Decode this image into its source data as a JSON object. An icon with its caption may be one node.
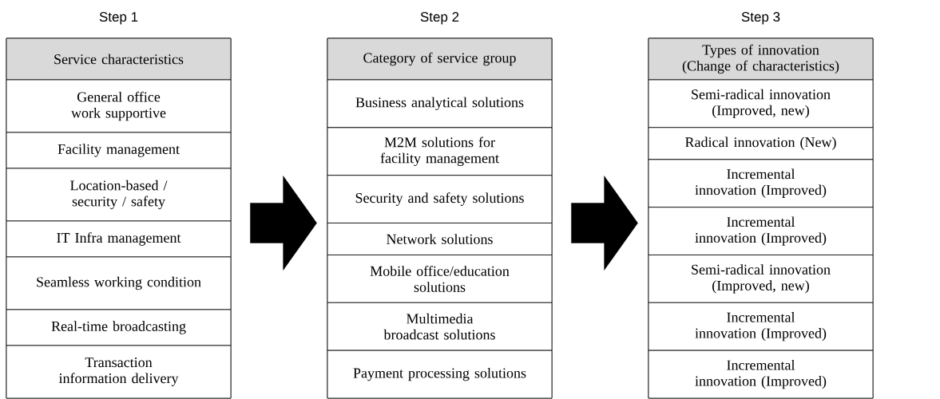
{
  "diagram": {
    "nodes": [
      {
        "text": [
          "Step 1"
        ]
      },
      {
        "text": [
          "Service characteristics"
        ],
        "in": 0
      },
      {
        "text": [
          "General office work supportive"
        ],
        "in": 0
      },
      {
        "text": [
          "Facility management"
        ],
        "in": 0
      },
      {
        "text": [
          "Location-based / security / safety"
        ],
        "in": 0
      },
      {
        "text": [
          "IT Infra management"
        ],
        "in": 0
      },
      {
        "text": [
          "Seamless working condition"
        ],
        "in": 0
      },
      {
        "text": [
          "Real-time broadcasting"
        ],
        "in": 0
      },
      {
        "text": [
          "Transaction information delivery"
        ],
        "in": 0
      },
      {
        "text": [
          "Step 2"
        ]
      },
      {
        "text": [
          "Category of service group"
        ],
        "in": 9
      },
      {
        "text": [
          "Business analytical solutions"
        ],
        "in": 9
      },
      {
        "text": [
          "M2M solutions for facility management"
        ],
        "in": 9
      },
      {
        "text": [
          "Security and safety solutions"
        ],
        "in": 9
      },
      {
        "text": [
          "Network solutions"
        ],
        "in": 9
      },
      {
        "text": [
          "Mobile office/education solutions"
        ],
        "in": 9
      },
      {
        "text": [
          "Multimedia broadcast solutions"
        ],
        "in": 9
      },
      {
        "text": [
          "Payment processing solutions"
        ],
        "in": 9
      },
      {
        "text": [
          "Step 3"
        ]
      },
      {
        "text": [
          "Types of innovation (Change of characteristics)"
        ],
        "in": 18
      },
      {
        "text": [
          "Semi-radical innovation (Improved, new)"
        ],
        "in": 18
      },
      {
        "text": [
          "Radical innovation (New)"
        ],
        "in": 18
      },
      {
        "text": [
          "Incremental innovation (Improved)"
        ],
        "in": 18
      },
      {
        "text": [
          "Incremental innovation (Improved)"
        ],
        "in": 18
      },
      {
        "text": [
          "Semi-radical innovation (Improved, new)"
        ],
        "in": 18
      },
      {
        "text": [
          "Incremental innovation (Improved)"
        ],
        "in": 18
      },
      {
        "text": [
          "Incremental innovation (Improved)"
        ],
        "in": 18
      }
    ],
    "edges": [
      {
        "from": 0,
        "to": 9,
        "arrow": "to"
      },
      {
        "from": 9,
        "to": 18,
        "arrow": "to"
      }
    ]
  }
}
